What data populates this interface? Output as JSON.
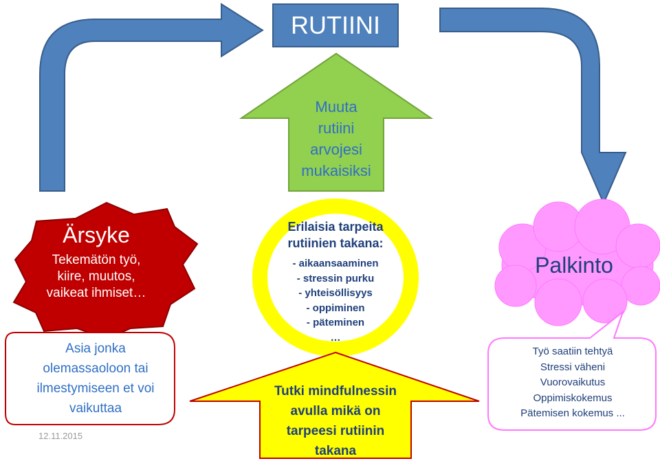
{
  "title": "RUTIINI",
  "green_arrow": [
    "Muuta",
    "rutiini",
    "arvojesi",
    "mukaisiksi"
  ],
  "trigger": {
    "title": "Ärsyke",
    "lines": [
      "Tekemätön työ,",
      "kiire, muutos,",
      "vaikeat ihmiset…"
    ]
  },
  "left_box": [
    "Asia jonka",
    "olemassaoloon tai",
    "ilmestymiseen et voi",
    "vaikuttaa"
  ],
  "date": "12.11.2015",
  "needs": {
    "title_lines": [
      "Erilaisia tarpeita",
      "rutiinien takana:"
    ],
    "items": [
      "- aikaansaaminen",
      "- stressin purku",
      "- yhteisöllisyys",
      "- oppiminen",
      "- päteminen",
      "…"
    ]
  },
  "yellow_arrow": [
    "Tutki mindfulnessin",
    "avulla mikä on",
    "tarpeesi rutiinin",
    "takana"
  ],
  "reward": {
    "title": "Palkinto"
  },
  "right_box": [
    "Työ saatiin tehtyä",
    "Stressi väheni",
    "Vuorovaikutus",
    "Oppimiskokemus",
    "Pätemisen kokemus ..."
  ],
  "colors": {
    "blue": "#4f81bd",
    "green": "#92d050",
    "red": "#c00000",
    "yellow": "#ffff00",
    "pink": "#ff99ff",
    "text_blue": "#2f6fc5",
    "text_dark": "#1f3f7a"
  }
}
